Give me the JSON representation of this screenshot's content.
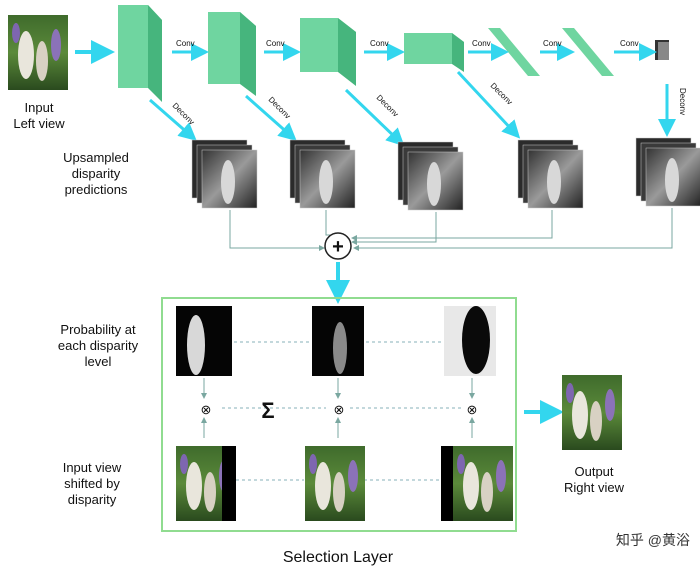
{
  "labels": {
    "input": [
      "Input",
      "Left view"
    ],
    "upsampled": [
      "Upsampled",
      "disparity",
      "predictions"
    ],
    "probability": [
      "Probability at",
      "each disparity",
      "level"
    ],
    "shifted": [
      "Input view",
      "shifted by",
      "disparity"
    ],
    "output": [
      "Output",
      "Right view"
    ],
    "selection": "Selection Layer",
    "conv": "Conv",
    "deconv": "Deconv",
    "sum": "Σ",
    "plus": "+",
    "times": "⊗",
    "watermark": "知乎 @黄浴"
  },
  "colors": {
    "arrow": "#33d6ee",
    "block_front": "#6fd5a0",
    "block_top": "#a6ecc6",
    "block_side": "#46b57d",
    "frame": "#90dc90",
    "thin_line": "#7aa7a0",
    "dashed": "#87b0b8"
  }
}
